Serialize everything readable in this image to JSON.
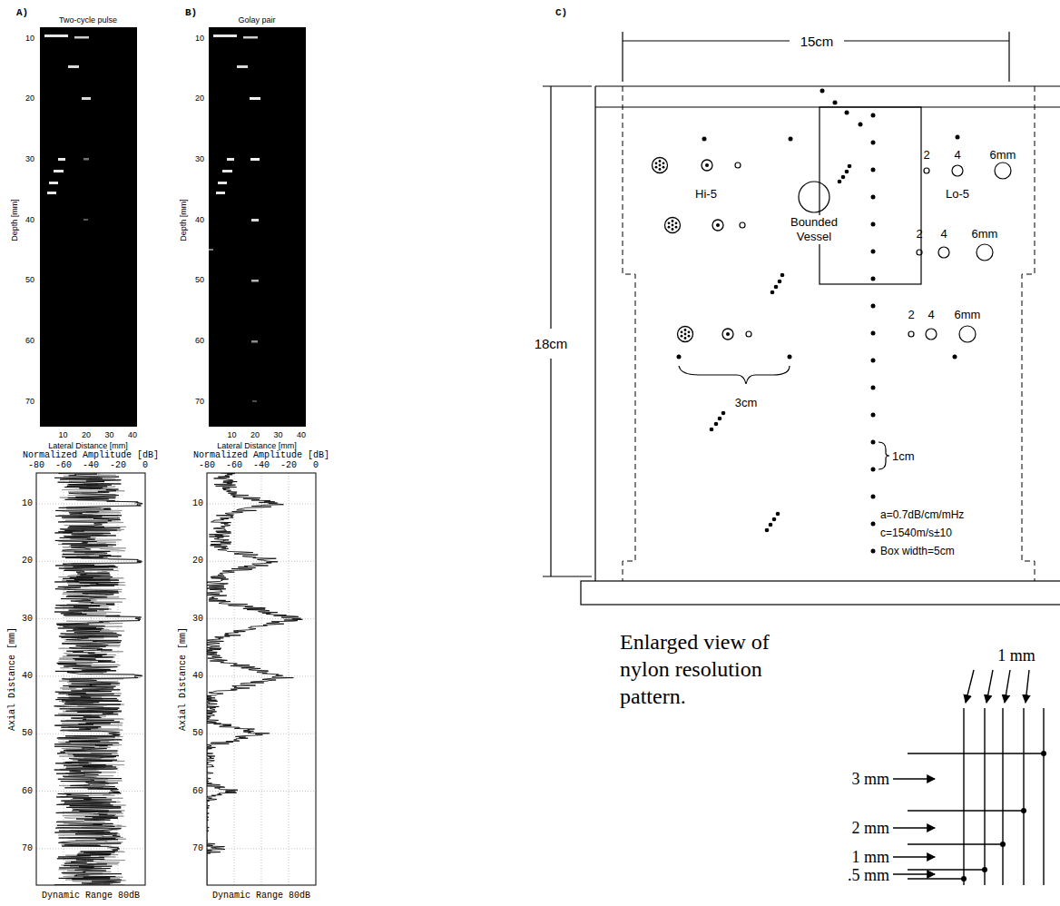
{
  "diagram": {
    "labels": [
      "A)",
      "Two-cycle pulse",
      "10",
      "20",
      "30",
      "40",
      "50",
      "60",
      "70",
      "Depth [mm]",
      "10",
      "20",
      "30",
      "40",
      "Lateral Distance [mm]",
      "B)",
      "Golay pair",
      "10",
      "20",
      "30",
      "40",
      "50",
      "60",
      "70",
      "Depth [mm]",
      "10",
      "20",
      "30",
      "40",
      "Lateral Distance [mm]",
      "C)",
      "15cm",
      "18cm",
      "2",
      "4",
      "6mm",
      "Hi-5",
      "Bounded Vessel",
      "Lo-5",
      "2",
      "4",
      "6mm",
      "2",
      "4",
      "6mm",
      "3cm",
      "1cm",
      "a=0.7dB/cm/mHz",
      "c=1540m/s±10",
      "Box width=5cm",
      "Normalized Amplitude [dB]",
      "-80",
      "-60",
      "-40",
      "-20",
      "0",
      "10",
      "20",
      "30",
      "40",
      "50",
      "60",
      "70",
      "Axial Distance [mm]",
      "Dynamic Range 80dB",
      "Normalized Amplitude [dB]",
      "-80",
      "-60",
      "-40",
      "-20",
      "0",
      "10",
      "20",
      "30",
      "40",
      "50",
      "60",
      "70",
      "Axial Distance [mm]",
      "Dynamic Range 80dB",
      "Enlarged view of nylon resolution pattern.",
      "1 mm",
      "3 mm",
      "2 mm",
      "1 mm",
      ".5 mm"
    ]
  }
}
